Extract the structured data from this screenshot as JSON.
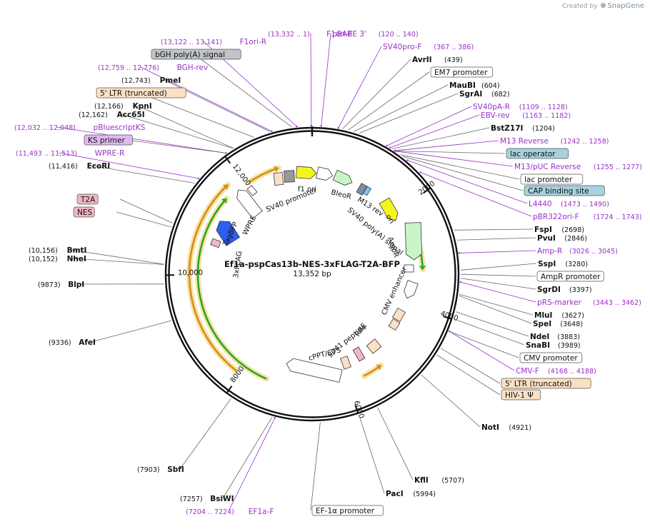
{
  "brand": {
    "prefix": "Created by",
    "name": "SnapGene"
  },
  "plasmid": {
    "name": "Ef1a-pspCas13b-NES-3xFLAG-T2A-BFP",
    "length_label": "13,352 bp",
    "length_bp": 13352
  },
  "ticks": [
    {
      "bp": 2000,
      "label": "2000"
    },
    {
      "bp": 4000,
      "label": "4000"
    },
    {
      "bp": 6000,
      "label": "6000"
    },
    {
      "bp": 8000,
      "label": "8000"
    },
    {
      "bp": 10000,
      "label": "10,000"
    },
    {
      "bp": 12000,
      "label": "12,000"
    }
  ],
  "site_labels": [
    {
      "key": "F1ori-F",
      "name": "F1ori-F",
      "coords": "(13,332 .. 1)",
      "type": "primer",
      "bp": 13340
    },
    {
      "key": "F1ori-R",
      "name": "F1ori-R",
      "coords": "(13,122 .. 13,141)",
      "type": "primer",
      "bp": 13131
    },
    {
      "key": "bGH-polyA",
      "name": "bGH poly(A) signal",
      "coords": "",
      "type": "feature",
      "bp": 13060,
      "fill": "#c0c4c8"
    },
    {
      "key": "BGH-rev",
      "name": "BGH-rev",
      "coords": "(12,759 .. 12,776)",
      "type": "primer",
      "bp": 12767
    },
    {
      "key": "PmeI",
      "name": "PmeI",
      "coords": "(12,743)",
      "type": "enzyme",
      "bp": 12743
    },
    {
      "key": "5LTR-trunc-a",
      "name": "5' LTR (truncated)",
      "coords": "",
      "type": "feature",
      "bp": 12500,
      "fill": "#fbe0c4"
    },
    {
      "key": "KpnI",
      "name": "KpnI",
      "coords": "(12,166)",
      "type": "enzyme",
      "bp": 12166
    },
    {
      "key": "Acc65I",
      "name": "Acc65I",
      "coords": "(12,162)",
      "type": "enzyme",
      "bp": 12162
    },
    {
      "key": "pBluescriptKS",
      "name": "pBluescriptKS",
      "coords": "(12,032 .. 12,048)",
      "type": "primer",
      "bp": 12040
    },
    {
      "key": "KS-primer",
      "name": "KS primer",
      "coords": "",
      "type": "feature",
      "bp": 12040,
      "fill": "#e2b8f0"
    },
    {
      "key": "WPRE-R",
      "name": "WPRE-R",
      "coords": "(11,493 .. 11,513)",
      "type": "primer",
      "bp": 11503
    },
    {
      "key": "EcoRI",
      "name": "EcoRI",
      "coords": "(11,416)",
      "type": "enzyme",
      "bp": 11416
    },
    {
      "key": "T2A",
      "name": "T2A",
      "coords": "",
      "type": "feature",
      "bp": 10760,
      "fill": "#f0b6c3"
    },
    {
      "key": "NES",
      "name": "NES",
      "coords": "",
      "type": "feature",
      "bp": 10700,
      "fill": "#f0b6c3"
    },
    {
      "key": "BmtI",
      "name": "BmtI",
      "coords": "(10,156)",
      "type": "enzyme",
      "bp": 10156
    },
    {
      "key": "NheI",
      "name": "NheI",
      "coords": "(10,152)",
      "type": "enzyme",
      "bp": 10152
    },
    {
      "key": "BlpI",
      "name": "BlpI",
      "coords": "(9873)",
      "type": "enzyme",
      "bp": 9873
    },
    {
      "key": "AfeI",
      "name": "AfeI",
      "coords": "(9336)",
      "type": "enzyme",
      "bp": 9336
    },
    {
      "key": "SbfI",
      "name": "SbfI",
      "coords": "(7903)",
      "type": "enzyme",
      "bp": 7903
    },
    {
      "key": "BsiWI",
      "name": "BsiWI",
      "coords": "(7257)",
      "type": "enzyme",
      "bp": 7257
    },
    {
      "key": "EF1a-F",
      "name": "EF1a-F",
      "coords": "(7204 .. 7224)",
      "type": "primer",
      "bp": 7214
    },
    {
      "key": "EF-1a-promoter",
      "name": "EF-1α promoter",
      "coords": "",
      "type": "feature",
      "bp": 6560,
      "fill": "#ffffff"
    },
    {
      "key": "PacI",
      "name": "PacI",
      "coords": "(5994)",
      "type": "enzyme",
      "bp": 5994
    },
    {
      "key": "KflI",
      "name": "KflI",
      "coords": "(5707)",
      "type": "enzyme",
      "bp": 5707
    },
    {
      "key": "NotI",
      "name": "NotI",
      "coords": "(4921)",
      "type": "enzyme",
      "bp": 4921
    },
    {
      "key": "HIV-1-psi",
      "name": "HIV-1 Ψ",
      "coords": "",
      "type": "feature",
      "bp": 4560,
      "fill": "#fbe0c4"
    },
    {
      "key": "5LTR-trunc-b",
      "name": "5' LTR (truncated)",
      "coords": "",
      "type": "feature",
      "bp": 4450,
      "fill": "#fbe0c4"
    },
    {
      "key": "CMV-F",
      "name": "CMV-F",
      "coords": "(4168 .. 4188)",
      "type": "primer",
      "bp": 4178
    },
    {
      "key": "CMV-promoter",
      "name": "CMV promoter",
      "coords": "",
      "type": "feature",
      "bp": 4180,
      "fill": "#ffffff"
    },
    {
      "key": "SnaBI",
      "name": "SnaBI",
      "coords": "(3989)",
      "type": "enzyme",
      "bp": 3989
    },
    {
      "key": "NdeI",
      "name": "NdeI",
      "coords": "(3883)",
      "type": "enzyme",
      "bp": 3883
    },
    {
      "key": "SpeI",
      "name": "SpeI",
      "coords": "(3648)",
      "type": "enzyme",
      "bp": 3648
    },
    {
      "key": "MluI",
      "name": "MluI",
      "coords": "(3627)",
      "type": "enzyme",
      "bp": 3627
    },
    {
      "key": "pRS-marker",
      "name": "pRS-marker",
      "coords": "(3443 .. 3462)",
      "type": "primer",
      "bp": 3452
    },
    {
      "key": "SgrDI",
      "name": "SgrDI",
      "coords": "(3397)",
      "type": "enzyme",
      "bp": 3397
    },
    {
      "key": "AmpR-promoter",
      "name": "AmpR promoter",
      "coords": "",
      "type": "feature",
      "bp": 3340,
      "fill": "#ffffff"
    },
    {
      "key": "SspI",
      "name": "SspI",
      "coords": "(3280)",
      "type": "enzyme",
      "bp": 3280
    },
    {
      "key": "Amp-R",
      "name": "Amp-R",
      "coords": "(3026 .. 3045)",
      "type": "primer",
      "bp": 3035
    },
    {
      "key": "PvuI",
      "name": "PvuI",
      "coords": "(2846)",
      "type": "enzyme",
      "bp": 2846
    },
    {
      "key": "FspI",
      "name": "FspI",
      "coords": "(2698)",
      "type": "enzyme",
      "bp": 2698
    },
    {
      "key": "pBR322ori-F",
      "name": "pBR322ori-F",
      "coords": "(1724 .. 1743)",
      "type": "primer",
      "bp": 1733
    },
    {
      "key": "L4440",
      "name": "L4440",
      "coords": "(1473 .. 1490)",
      "type": "primer",
      "bp": 1481
    },
    {
      "key": "CAP-binding-site",
      "name": "CAP binding site",
      "coords": "",
      "type": "feature",
      "bp": 1390,
      "fill": "#a8d2dd"
    },
    {
      "key": "lac-promoter",
      "name": "lac promoter",
      "coords": "",
      "type": "feature",
      "bp": 1350,
      "fill": "#ffffff"
    },
    {
      "key": "M13-pUC-Reverse",
      "name": "M13/pUC Reverse",
      "coords": "(1255 .. 1277)",
      "type": "primer",
      "bp": 1266
    },
    {
      "key": "lac-operator",
      "name": "lac operator",
      "coords": "",
      "type": "feature",
      "bp": 1260,
      "fill": "#a8d2dd"
    },
    {
      "key": "M13-Reverse",
      "name": "M13 Reverse",
      "coords": "(1242 .. 1258)",
      "type": "primer",
      "bp": 1250
    },
    {
      "key": "BstZ17I",
      "name": "BstZ17I",
      "coords": "(1204)",
      "type": "enzyme",
      "bp": 1204
    },
    {
      "key": "EBV-rev",
      "name": "EBV-rev",
      "coords": "(1163 .. 1182)",
      "type": "primer",
      "bp": 1172
    },
    {
      "key": "SV40pA-R",
      "name": "SV40pA-R",
      "coords": "(1109 .. 1128)",
      "type": "primer",
      "bp": 1118
    },
    {
      "key": "SgrAI",
      "name": "SgrAI",
      "coords": "(682)",
      "type": "enzyme",
      "bp": 682
    },
    {
      "key": "MauBI",
      "name": "MauBI",
      "coords": "(604)",
      "type": "enzyme",
      "bp": 604
    },
    {
      "key": "EM7-promoter",
      "name": "EM7 promoter",
      "coords": "",
      "type": "feature",
      "bp": 520,
      "fill": "#ffffff"
    },
    {
      "key": "AvrII",
      "name": "AvrII",
      "coords": "(439)",
      "type": "enzyme",
      "bp": 439
    },
    {
      "key": "SV40pro-F",
      "name": "SV40pro-F",
      "coords": "(367 .. 386)",
      "type": "primer",
      "bp": 376
    },
    {
      "key": "pBABE-3",
      "name": "pBABE 3'",
      "coords": "(120 .. 140)",
      "type": "primer",
      "bp": 130
    }
  ],
  "inner_labels": [
    {
      "key": "f1-ori",
      "text": "f1 ori"
    },
    {
      "key": "BleoR",
      "text": "BleoR"
    },
    {
      "key": "SV40-promoter",
      "text": "SV40 promoter"
    },
    {
      "key": "M13-rev",
      "text": "M13 rev"
    },
    {
      "key": "SV40-polyA",
      "text": "SV40 poly(A) signal"
    },
    {
      "key": "ori",
      "text": "ori"
    },
    {
      "key": "AmpR",
      "text": "AmpR"
    },
    {
      "key": "CMV-enhancer",
      "text": "CMV enhancer"
    },
    {
      "key": "RRE",
      "text": "RRE"
    },
    {
      "key": "gp41-peptide",
      "text": "gp41 peptide"
    },
    {
      "key": "cPPT-CTS",
      "text": "cPPT/CTS"
    },
    {
      "key": "3xFLAG",
      "text": "3xFLAG"
    },
    {
      "key": "TagBFP",
      "text": "TagBFP"
    },
    {
      "key": "WPRE",
      "text": "WPRE"
    }
  ],
  "colors": {
    "backbone": "#111111",
    "enzyme_text": "#111111",
    "primer_text": "#9b2fc9",
    "primer_mark": "#9b2fc9",
    "orf_green": "#2ba52b",
    "orf_orange": "#d98a1a",
    "orf_halo": "#f7e3a4",
    "bfp_blue": "#2d5ff0",
    "ori_yellow": "#f5f51e",
    "ampr_green": "#c8f5c8"
  }
}
